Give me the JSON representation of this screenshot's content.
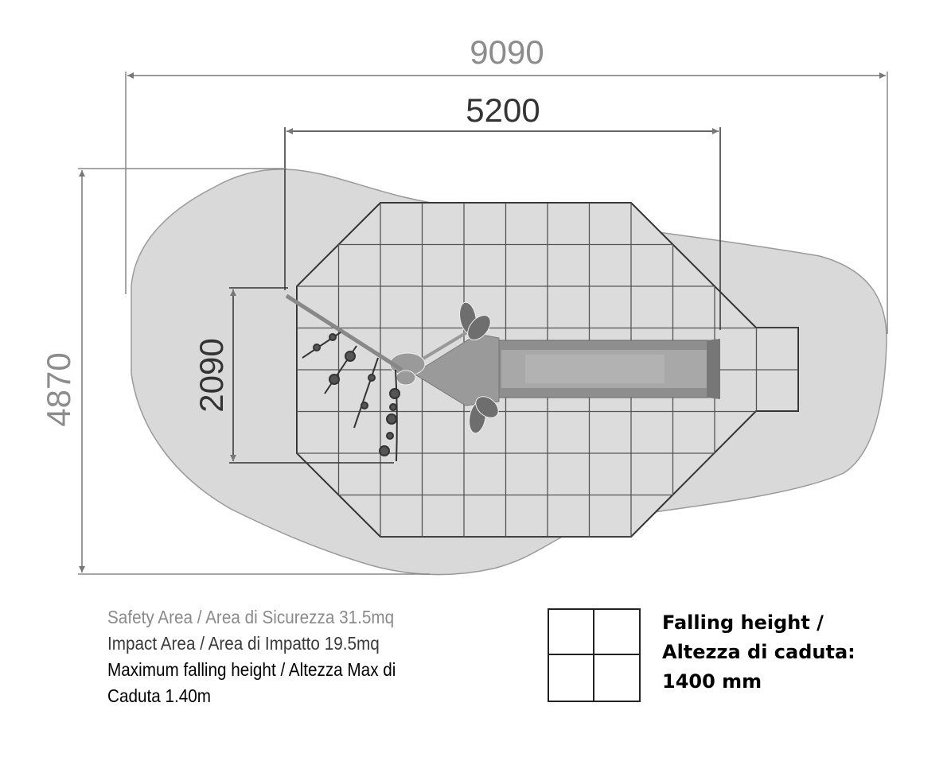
{
  "dimensions": {
    "total_width": "9090",
    "equipment_width": "5200",
    "total_depth": "4870",
    "equipment_depth": "2090"
  },
  "legend": {
    "safety_area": "Safety Area / Area di Sicurezza 31.5mq",
    "impact_area": "Impact Area / Area di Impatto 19.5mq",
    "max_height_line1": "Maximum falling height / Altezza Max di",
    "max_height_line2": "Caduta 1.40m"
  },
  "falling_height": {
    "line1": "Falling height /",
    "line2": "Altezza di caduta:",
    "line3": "1400 mm"
  },
  "colors": {
    "safety_area": "#d9d9d9",
    "impact_area": "#dcdcdc",
    "lines": "#444444",
    "dimension_gray": "#8c8c8c"
  }
}
